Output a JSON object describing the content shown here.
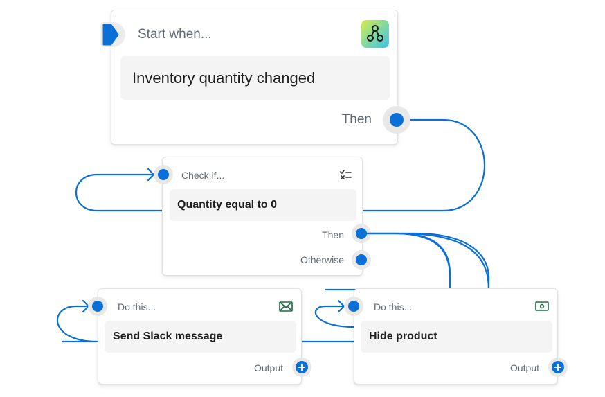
{
  "colors": {
    "accent": "#0a6fd6",
    "text": "#1f1f1f",
    "muted": "#616a75",
    "body_bg": "#f4f4f4"
  },
  "trigger": {
    "header": "Start when...",
    "value": "Inventory quantity changed",
    "port_label": "Then",
    "icon": "flow-app-icon"
  },
  "condition": {
    "header": "Check if...",
    "value": "Quantity equal to 0",
    "then_label": "Then",
    "otherwise_label": "Otherwise",
    "icon": "checklist-icon"
  },
  "action_slack": {
    "header": "Do this...",
    "value": "Send Slack message",
    "output_label": "Output",
    "icon": "envelope-icon"
  },
  "action_hide": {
    "header": "Do this...",
    "value": "Hide product",
    "output_label": "Output",
    "icon": "money-icon"
  }
}
